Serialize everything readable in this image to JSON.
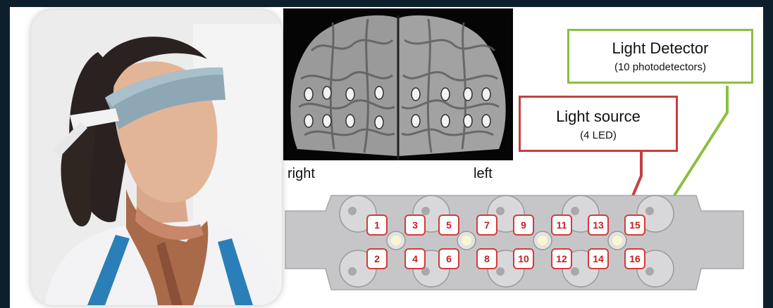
{
  "brain": {
    "right_label": "right",
    "left_label": "left"
  },
  "detector_box": {
    "title": "Light Detector",
    "subtitle": "(10 photodetectors)",
    "color": "#8cbf3f"
  },
  "source_box": {
    "title": "Light source",
    "subtitle": "(4 LED)",
    "color": "#c44040"
  },
  "sensor_numbers": [
    "1",
    "2",
    "3",
    "4",
    "5",
    "6",
    "7",
    "8",
    "9",
    "10",
    "11",
    "12",
    "13",
    "14",
    "15",
    "16"
  ],
  "colors": {
    "background": "#0e1f2c",
    "badge_border": "#d23c3c",
    "pad": "#c9c9cb"
  }
}
